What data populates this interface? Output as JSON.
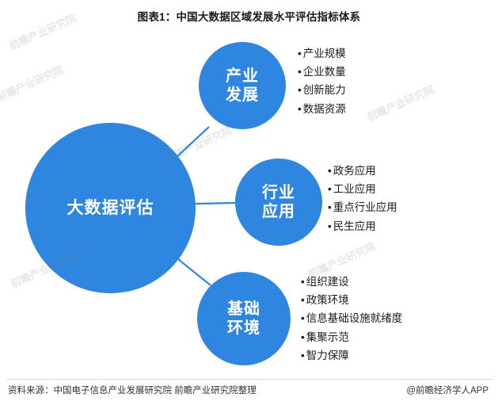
{
  "title": "图表1：中国大数据区域发展水平评估指标体系",
  "footer": {
    "source": "资料来源：中国电子信息产业发展研究院 前瞻产业研究院整理",
    "brand": "@前瞻经济学人APP"
  },
  "colors": {
    "node_fill": "#2f86e0",
    "connector": "#2f86e0",
    "text_on_node": "#ffffff",
    "body_text": "#1a1a1a"
  },
  "diagram": {
    "type": "mind-map",
    "root": {
      "label_line1": "大数据评估",
      "label_line2": ""
    },
    "branches": [
      {
        "id": "industry",
        "label_line1": "产业",
        "label_line2": "发展",
        "items": [
          "产业规模",
          "企业数量",
          "创新能力",
          "数据资源"
        ]
      },
      {
        "id": "application",
        "label_line1": "行业",
        "label_line2": "应用",
        "items": [
          "政务应用",
          "工业应用",
          "重点行业应用",
          "民生应用"
        ]
      },
      {
        "id": "foundation",
        "label_line1": "基础",
        "label_line2": "环境",
        "items": [
          "组织建设",
          "政策环境",
          "信息基础设施就绪度",
          "集聚示范",
          "智力保障"
        ]
      }
    ]
  },
  "watermarks": [
    "前瞻产业研究院",
    "前瞻产业研究院",
    "前瞻产业研究院",
    "前瞻产业研究院",
    "前瞻产业研究院",
    "前瞻产业研究院"
  ]
}
